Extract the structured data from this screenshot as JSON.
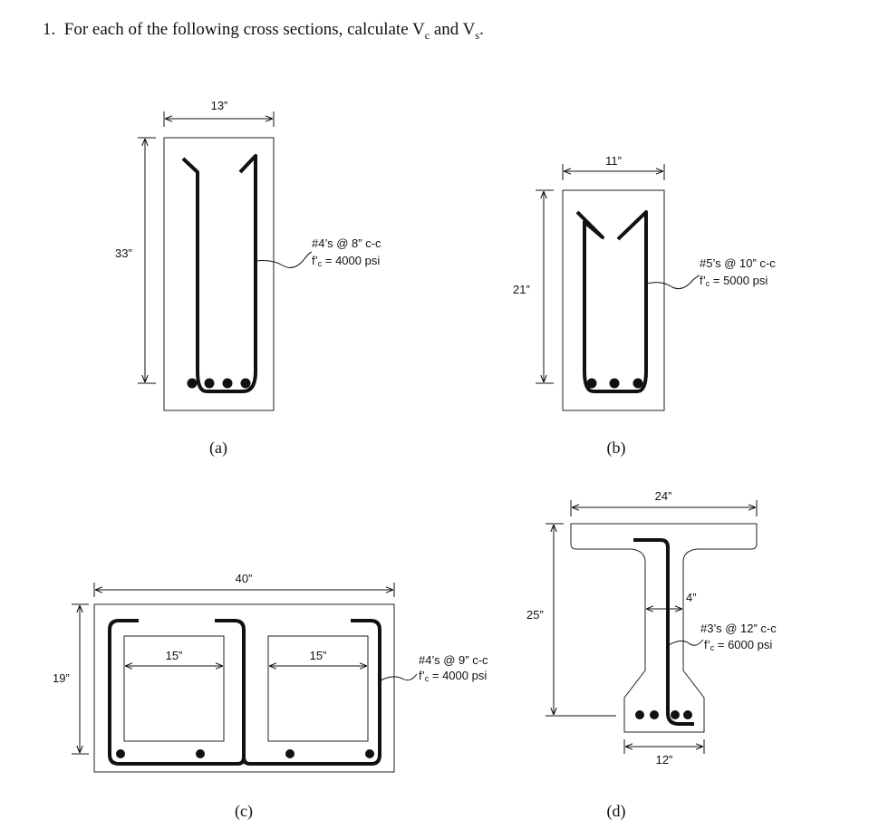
{
  "question": {
    "number": "1.",
    "text_before": "For each of the following cross sections, calculate V",
    "sub1": "c",
    "text_mid": " and V",
    "sub2": "s",
    "text_end": "."
  },
  "sections": {
    "a": {
      "caption": "(a)",
      "width_label": "13”",
      "height_label": "33”",
      "stirrup_label": "#4’s @ 8” c-c",
      "fc_prefix": "f’",
      "fc_sub": "c",
      "fc_value": " = 4000 psi"
    },
    "b": {
      "caption": "(b)",
      "width_label": "11”",
      "height_label": "21”",
      "stirrup_label": "#5’s @ 10” c-c",
      "fc_prefix": "f’",
      "fc_sub": "c",
      "fc_value": " = 5000 psi"
    },
    "c": {
      "caption": "(c)",
      "width_label": "40”",
      "height_label": "19”",
      "void_left_label": "15”",
      "void_right_label": "15”",
      "stirrup_label": "#4’s @ 9” c-c",
      "fc_prefix": "f’",
      "fc_sub": "c",
      "fc_value": " = 4000 psi"
    },
    "d": {
      "caption": "(d)",
      "width_label": "24”",
      "height_label": "25”",
      "web_label": "4”",
      "bottom_label": "12”",
      "stirrup_label": "#3’s @ 12” c-c",
      "fc_prefix": "f’",
      "fc_sub": "c",
      "fc_value": " = 6000 psi"
    }
  }
}
